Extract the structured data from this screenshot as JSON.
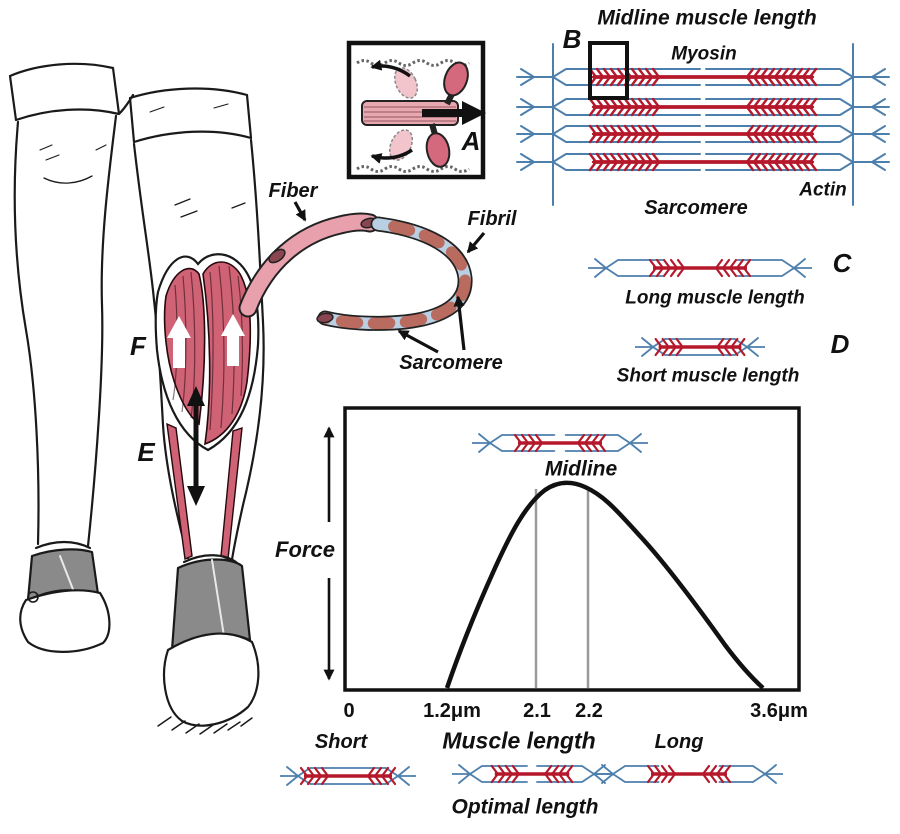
{
  "labels": {
    "title_b": "Midline muscle length",
    "b": "B",
    "myosin": "Myosin",
    "actin": "Actin",
    "sarcomere_b": "Sarcomere",
    "a": "A",
    "c": "C",
    "caption_c": "Long muscle length",
    "d": "D",
    "caption_d": "Short muscle length",
    "fiber": "Fiber",
    "fibril": "Fibril",
    "sarcomere_fibril": "Sarcomere",
    "f": "F",
    "e": "E",
    "force": "Force",
    "midline": "Midline",
    "xlabel": "Muscle length",
    "short": "Short",
    "long": "Long",
    "optimal": "Optimal length",
    "ticks": [
      "0",
      "1.2μm",
      "2.1",
      "2.2",
      "3.6μm"
    ]
  },
  "colors": {
    "myosin_red": "#b5182b",
    "actin_blue": "#4d7fad",
    "fiber_pink": "#e8a0ac",
    "muscle_pink": "#cf6275",
    "shoe_gray": "#8a8a8a",
    "curve_black": "#111111",
    "plateau_gray": "#9a9a9a"
  },
  "chart_data": {
    "type": "line",
    "xlabel": "Muscle length",
    "ylabel": "Force",
    "x_tick_labels": [
      "0",
      "1.2μm",
      "2.1",
      "2.2",
      "3.6μm"
    ],
    "x_tick_values": [
      0,
      1.2,
      2.1,
      2.2,
      3.6
    ],
    "y_axis_note": "relative force, unlabeled double-arrow axis",
    "series": [
      {
        "name": "sarcomere force-length curve",
        "points": [
          [
            1.2,
            0
          ],
          [
            1.5,
            0.38
          ],
          [
            1.8,
            0.78
          ],
          [
            2.0,
            0.95
          ],
          [
            2.1,
            1.0
          ],
          [
            2.15,
            1.0
          ],
          [
            2.2,
            0.99
          ],
          [
            2.5,
            0.8
          ],
          [
            3.0,
            0.45
          ],
          [
            3.6,
            0
          ]
        ]
      }
    ],
    "plateau_marker_lines_x": [
      2.1,
      2.2
    ],
    "annotation": "Midline",
    "region_labels": {
      "left": "Short",
      "right": "Long",
      "center_below": "Optimal length"
    },
    "grid": false,
    "legend": false
  }
}
